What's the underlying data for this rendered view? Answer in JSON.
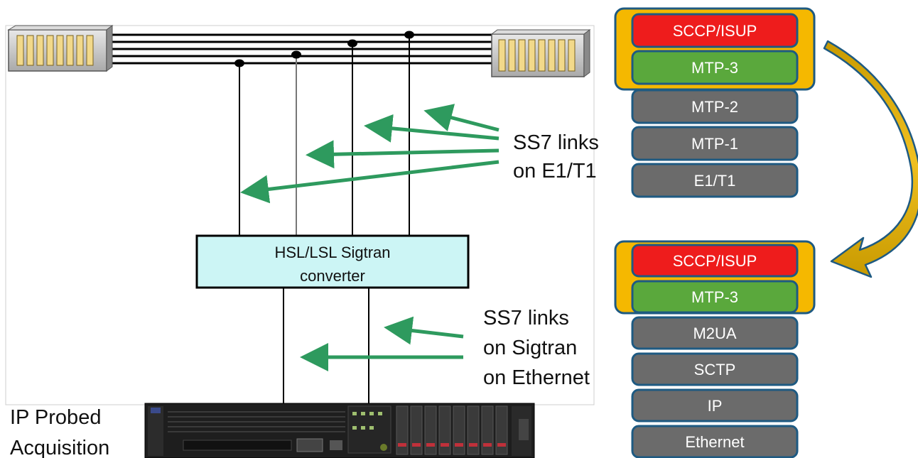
{
  "labels": {
    "ss7_e1t1": [
      "SS7 links",
      "on E1/T1"
    ],
    "ss7_sigtran": [
      "SS7 links",
      "on Sigtran",
      "on Ethernet"
    ],
    "probe": [
      "IP Probed",
      "Acquisition"
    ]
  },
  "converter": [
    "HSL/LSL Sigtran",
    "converter"
  ],
  "stack_top": [
    "SCCP/ISUP",
    "MTP-3",
    "MTP-2",
    "MTP-1",
    "E1/T1"
  ],
  "stack_bottom": [
    "SCCP/ISUP",
    "MTP-3",
    "M2UA",
    "SCTP",
    "IP",
    "Ethernet"
  ],
  "colors": {
    "sccp": "#ee1c1c",
    "mtp3": "#5aa83c",
    "grey_layer": "#6b6b6b",
    "layer_border": "#1e5a82",
    "highlight": "#f5b800",
    "arrow_green": "#2e9a5e",
    "converter_fill": "#ccf5f5"
  }
}
